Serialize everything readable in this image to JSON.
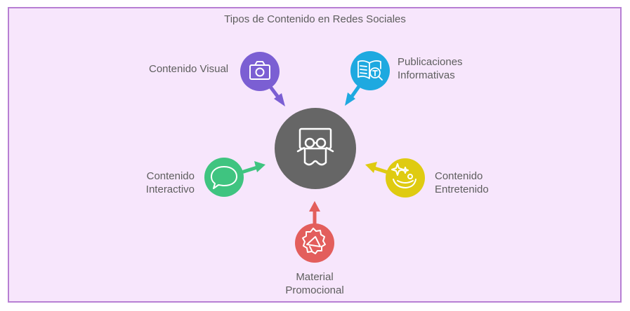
{
  "title": "Tipos de Contenido en Redes Sociales",
  "colors": {
    "background": "#f7e6fc",
    "border": "#b77fd3",
    "center": "#666666",
    "visual": "#7b5fd3",
    "informativas": "#1ea9e0",
    "interactivo": "#3fc480",
    "entretenido": "#dfcb11",
    "promocional": "#e35e5c",
    "text": "#5e5e5e"
  },
  "center": {
    "icon": "social-media-mask-icon"
  },
  "nodes": [
    {
      "id": "visual",
      "lines": [
        "Contenido Visual"
      ],
      "icon": "camera-icon"
    },
    {
      "id": "informativas",
      "lines": [
        "Publicaciones",
        "Informativas"
      ],
      "icon": "book-search-icon"
    },
    {
      "id": "interactivo",
      "lines": [
        "Contenido",
        "Interactivo"
      ],
      "icon": "speech-bubble-icon"
    },
    {
      "id": "entretenido",
      "lines": [
        "Contenido",
        "Entretenido"
      ],
      "icon": "clown-face-icon"
    },
    {
      "id": "promocional",
      "lines": [
        "Material",
        "Promocional"
      ],
      "icon": "megaphone-icon"
    }
  ]
}
